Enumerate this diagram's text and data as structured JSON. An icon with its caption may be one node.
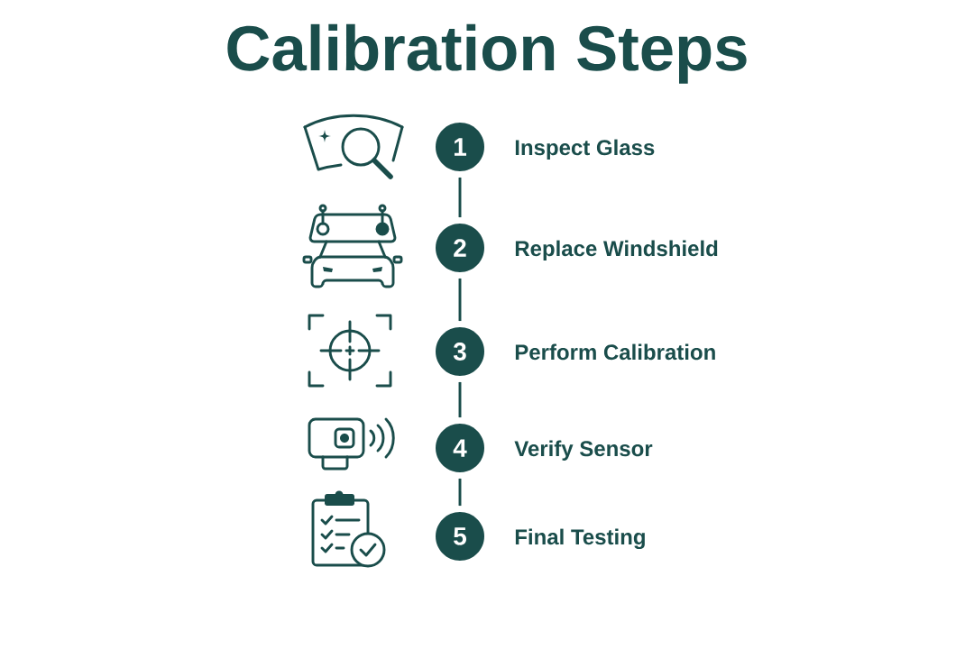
{
  "diagram": {
    "title": "Calibration Steps",
    "nodes": [
      {
        "text": [
          "1"
        ],
        "beside": [
          "Inspect Glass"
        ]
      },
      {
        "text": [
          "2"
        ],
        "beside": [
          "Replace Windshield"
        ]
      },
      {
        "text": [
          "3"
        ],
        "beside": [
          "Perform Calibration"
        ]
      },
      {
        "text": [
          "4"
        ],
        "beside": [
          "Verify Sensor"
        ]
      },
      {
        "text": [
          "5"
        ],
        "beside": [
          "Final Testing"
        ]
      }
    ],
    "edges": [
      {
        "from": 0,
        "to": 1,
        "arrow": "none"
      },
      {
        "from": 1,
        "to": 2,
        "arrow": "none"
      },
      {
        "from": 2,
        "to": 3,
        "arrow": "none"
      },
      {
        "from": 3,
        "to": 4,
        "arrow": "none"
      }
    ]
  }
}
